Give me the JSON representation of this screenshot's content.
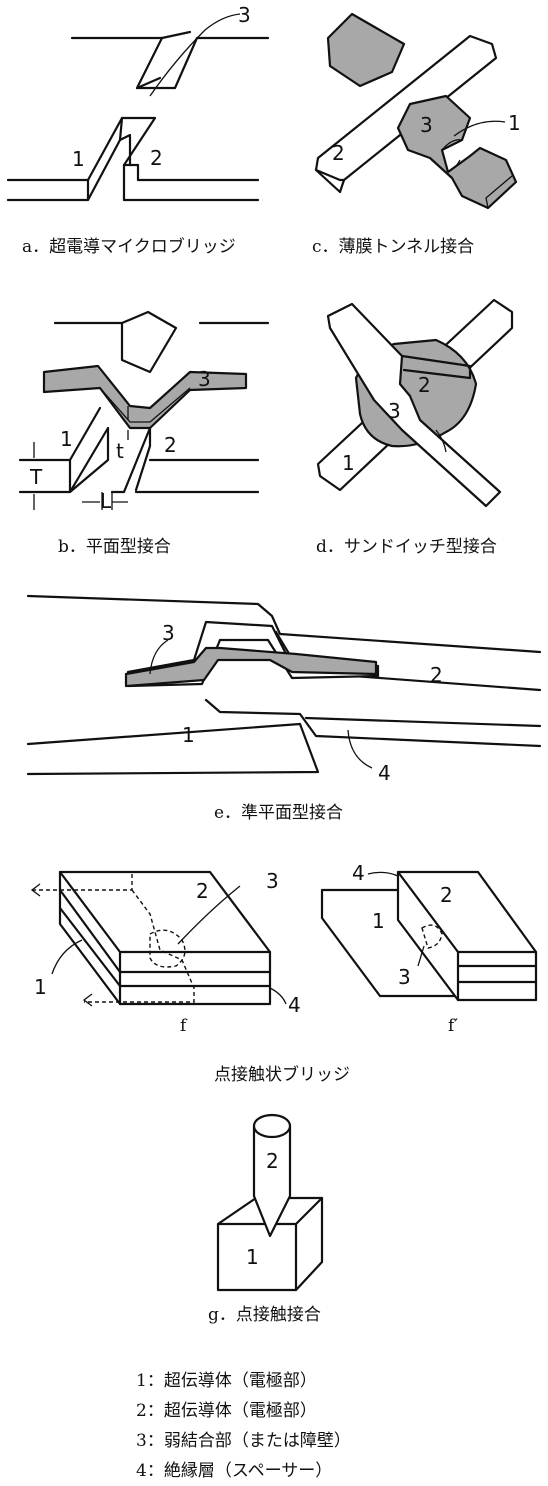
{
  "captions": {
    "a": "a．超電導マイクロブリッジ",
    "b": "b．平面型接合",
    "c": "c．薄膜トンネル接合",
    "d": "d．サンドイッチ型接合",
    "e": "e．準平面型接合",
    "f": "f",
    "f_prime": "f′",
    "point_bridge": "点接触状ブリッジ",
    "g": "g．点接触接合"
  },
  "part_numbers": {
    "one": "1",
    "two": "2",
    "three": "3",
    "four": "4"
  },
  "dimension_labels": {
    "T": "T",
    "L": "L",
    "t": "t"
  },
  "legend": [
    "1：超伝導体（電極部）",
    "2：超伝導体（電極部）",
    "3：弱結合部（または障壁）",
    "4：絶縁層（スペーサー）"
  ],
  "colors": {
    "line": "#111111",
    "shaded": "#a8a8a8",
    "background": "#ffffff"
  }
}
